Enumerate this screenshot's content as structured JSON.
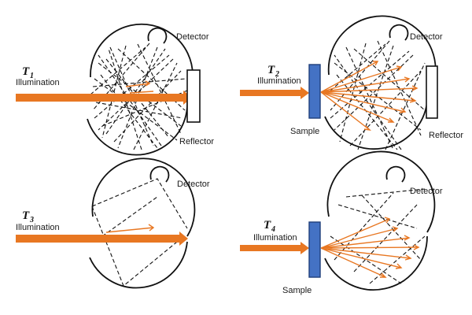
{
  "panels": [
    {
      "id": "t1",
      "tlabel": "T",
      "tsub": "1",
      "illumination": "Illumination",
      "detector": "Detector",
      "reflector": "Reflector",
      "sample": ""
    },
    {
      "id": "t2",
      "tlabel": "T",
      "tsub": "2",
      "illumination": "Illumination",
      "detector": "Detector",
      "reflector": "Reflector",
      "sample": "Sample"
    },
    {
      "id": "t3",
      "tlabel": "T",
      "tsub": "3",
      "illumination": "Illumination",
      "detector": "Detector",
      "reflector": "",
      "sample": ""
    },
    {
      "id": "t4",
      "tlabel": "T",
      "tsub": "4",
      "illumination": "Illumination",
      "detector": "Detector",
      "reflector": "",
      "sample": "Sample"
    }
  ],
  "colors": {
    "beam": "#e87722",
    "sample": "#4472c4",
    "line": "#111111"
  }
}
